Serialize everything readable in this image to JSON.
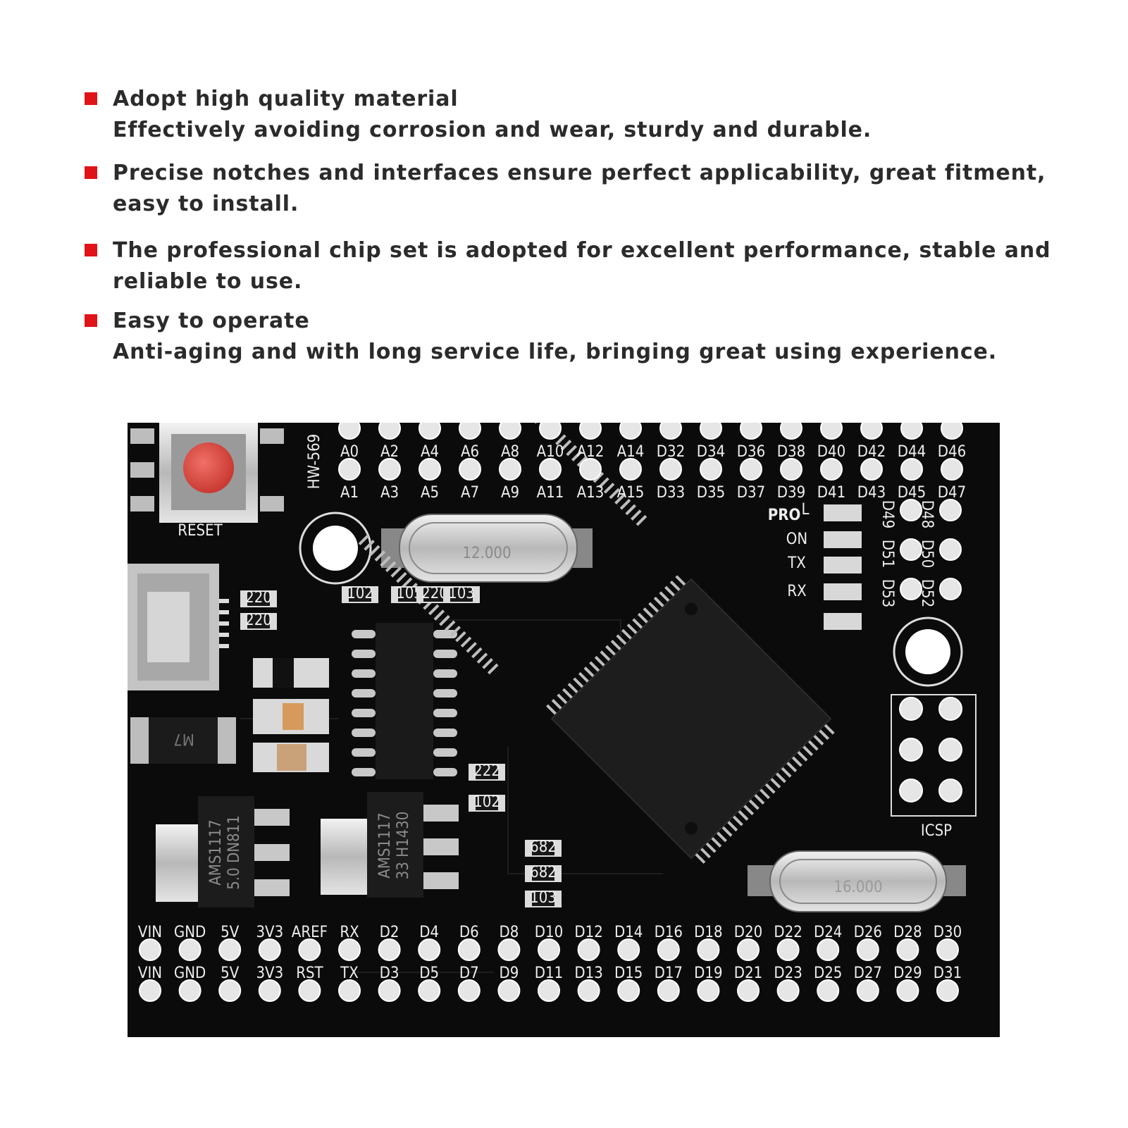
{
  "features": [
    {
      "title": "Adopt high quality material",
      "detail": "Effectively avoiding corrosion and wear, sturdy and durable."
    },
    {
      "title": "Precise notches and interfaces ensure perfect applicability, great fitment,",
      "detail": "easy to install."
    },
    {
      "title": "The professional chip set is adopted for excellent performance, stable and",
      "detail": "reliable to use."
    },
    {
      "title": "Easy to operate",
      "detail": "Anti-aging and with long service life, bringing great using experience."
    }
  ],
  "colors": {
    "bullet": "#e01418",
    "text": "#2b2b2b",
    "pcb": "#0b0b0b",
    "silkscreen": "#eeeeee",
    "reset_button": "#d8443c"
  },
  "board": {
    "model": "HW-569",
    "reset_label": "RESET",
    "pro_label": "PRO",
    "led_labels": [
      "L",
      "ON",
      "TX",
      "RX"
    ],
    "crystal_main": "12.000",
    "crystal_secondary": "16.000",
    "icsp_label": "ICSP",
    "regulator_1": [
      "AMS1117",
      "5.0 DN811"
    ],
    "regulator_2": [
      "AMS1117",
      "33 H1430"
    ],
    "diode_marking": "M7",
    "resistor_codes": [
      "102",
      "105",
      "220",
      "103",
      "220",
      "220",
      "222",
      "102",
      "682",
      "682",
      "103"
    ],
    "top_row_1": [
      "A0",
      "A2",
      "A4",
      "A6",
      "A8",
      "A10",
      "A12",
      "A14",
      "D32",
      "D34",
      "D36",
      "D38",
      "D40",
      "D42",
      "D44",
      "D46"
    ],
    "top_row_2": [
      "A1",
      "A3",
      "A5",
      "A7",
      "A9",
      "A11",
      "A13",
      "A15",
      "D33",
      "D35",
      "D37",
      "D39",
      "D41",
      "D43",
      "D45",
      "D47"
    ],
    "side_header": [
      "D49",
      "D48",
      "D51",
      "D50",
      "D53",
      "D52"
    ],
    "bottom_row_1": [
      "VIN",
      "GND",
      "5V",
      "3V3",
      "AREF",
      "RX",
      "D2",
      "D4",
      "D6",
      "D8",
      "D10",
      "D12",
      "D14",
      "D16",
      "D18",
      "D20",
      "D22",
      "D24",
      "D26",
      "D28",
      "D30"
    ],
    "bottom_row_2": [
      "VIN",
      "GND",
      "5V",
      "3V3",
      "RST",
      "TX",
      "D3",
      "D5",
      "D7",
      "D9",
      "D11",
      "D13",
      "D15",
      "D17",
      "D19",
      "D21",
      "D23",
      "D25",
      "D27",
      "D29",
      "D31"
    ]
  }
}
